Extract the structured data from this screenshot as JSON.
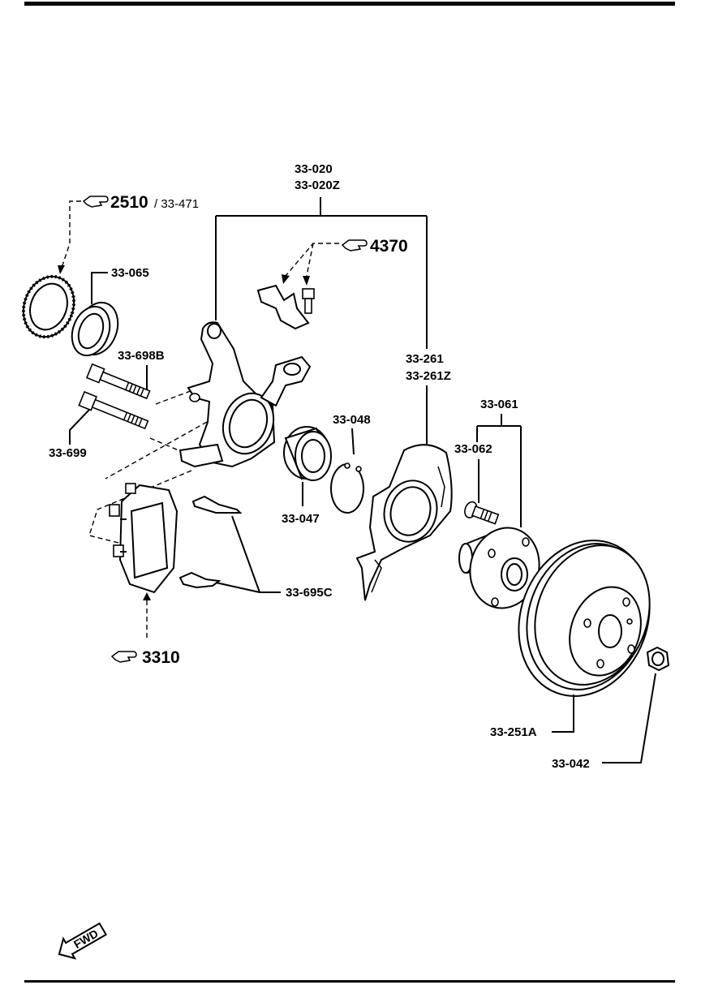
{
  "parts": {
    "knuckle_a": "33-020",
    "knuckle_b": "33-020Z",
    "abs_ring_ref_num": "2510",
    "abs_ring_ref_sub": "/ 33-471",
    "sensor_ref": "4370",
    "seal": "33-065",
    "bolt_b": "33-698B",
    "bolt": "33-699",
    "circlip": "33-048",
    "bearing": "33-047",
    "dust_cover_a": "33-261",
    "dust_cover_b": "33-261Z",
    "hub": "33-061",
    "hub_bolt": "33-062",
    "clips": "33-695C",
    "caliper_ref": "3310",
    "disc": "33-251A",
    "hub_nut": "33-042"
  },
  "fwd_label": "FWD",
  "icons": {
    "reference": "pointing-hand-icon",
    "direction": "forward-arrow-icon"
  }
}
